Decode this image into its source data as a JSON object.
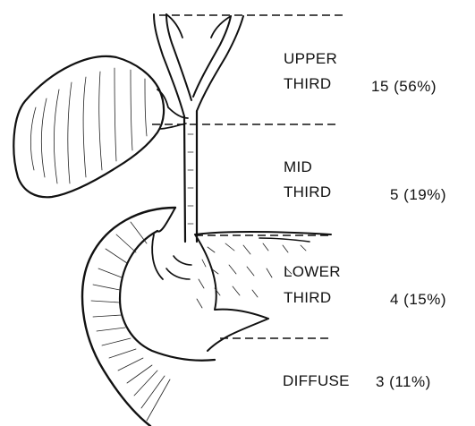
{
  "regions": [
    {
      "label_line1": "UPPER",
      "label_line2": "THIRD",
      "value": "15 (56%)",
      "count": 15,
      "percent": 56
    },
    {
      "label_line1": "MID",
      "label_line2": "THIRD",
      "value": "5 (19%)",
      "count": 5,
      "percent": 19
    },
    {
      "label_line1": "LOWER",
      "label_line2": "THIRD",
      "value": "4 (15%)",
      "count": 4,
      "percent": 15
    },
    {
      "label_line1": "DIFFUSE",
      "label_line2": "",
      "value": "3 (11%)",
      "count": 3,
      "percent": 11
    }
  ],
  "colors": {
    "ink": "#111111",
    "background": "#ffffff"
  }
}
